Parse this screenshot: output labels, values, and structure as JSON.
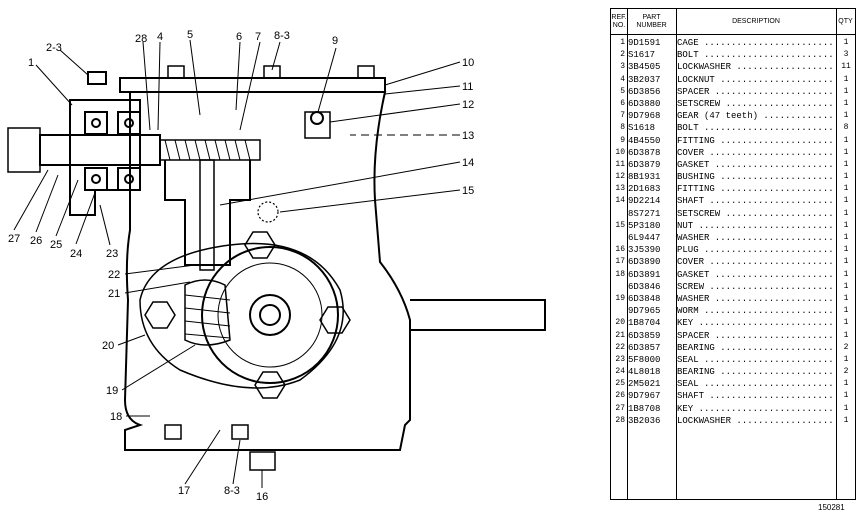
{
  "callouts": [
    {
      "id": "c1",
      "label": "1"
    },
    {
      "id": "c23a",
      "label": "2-3"
    },
    {
      "id": "c28",
      "label": "28"
    },
    {
      "id": "c4",
      "label": "4"
    },
    {
      "id": "c5",
      "label": "5"
    },
    {
      "id": "c6",
      "label": "6"
    },
    {
      "id": "c7",
      "label": "7"
    },
    {
      "id": "c83a",
      "label": "8-3"
    },
    {
      "id": "c9",
      "label": "9"
    },
    {
      "id": "c10",
      "label": "10"
    },
    {
      "id": "c11",
      "label": "11"
    },
    {
      "id": "c12",
      "label": "12"
    },
    {
      "id": "c13",
      "label": "13"
    },
    {
      "id": "c14",
      "label": "14"
    },
    {
      "id": "c15",
      "label": "15"
    },
    {
      "id": "c27",
      "label": "27"
    },
    {
      "id": "c26",
      "label": "26"
    },
    {
      "id": "c25",
      "label": "25"
    },
    {
      "id": "c24",
      "label": "24"
    },
    {
      "id": "c23",
      "label": "23"
    },
    {
      "id": "c22",
      "label": "22"
    },
    {
      "id": "c21",
      "label": "21"
    },
    {
      "id": "c20",
      "label": "20"
    },
    {
      "id": "c19",
      "label": "19"
    },
    {
      "id": "c18",
      "label": "18"
    },
    {
      "id": "c17",
      "label": "17"
    },
    {
      "id": "c83b",
      "label": "8-3"
    },
    {
      "id": "c16",
      "label": "16"
    }
  ],
  "table": {
    "headers": {
      "ref_no": "REF. NO.",
      "part_number": "PART NUMBER",
      "description": "DESCRIPTION",
      "qty": "QTY"
    },
    "rows": [
      {
        "no": "1",
        "pn": "9D1591",
        "desc": "CAGE",
        "qty": "1"
      },
      {
        "no": "2",
        "pn": "S1617",
        "desc": "BOLT",
        "qty": "3"
      },
      {
        "no": "3",
        "pn": "3B4505",
        "desc": "LOCKWASHER",
        "qty": "11"
      },
      {
        "no": "4",
        "pn": "3B2037",
        "desc": "LOCKNUT",
        "qty": "1"
      },
      {
        "no": "5",
        "pn": "6D3856",
        "desc": "SPACER",
        "qty": "1"
      },
      {
        "no": "6",
        "pn": "6D3880",
        "desc": "SETSCREW",
        "qty": "1"
      },
      {
        "no": "7",
        "pn": "9D7968",
        "desc": "GEAR (47 teeth)",
        "qty": "1"
      },
      {
        "no": "8",
        "pn": "S1618",
        "desc": "BOLT",
        "qty": "8"
      },
      {
        "no": "9",
        "pn": "4B4550",
        "desc": "FITTING",
        "qty": "1"
      },
      {
        "no": "10",
        "pn": "6D3878",
        "desc": "COVER",
        "qty": "1"
      },
      {
        "no": "11",
        "pn": "6D3879",
        "desc": "GASKET",
        "qty": "1"
      },
      {
        "no": "12",
        "pn": "8B1931",
        "desc": "BUSHING",
        "qty": "1"
      },
      {
        "no": "13",
        "pn": "2D1683",
        "desc": "FITTING",
        "qty": "1"
      },
      {
        "no": "14",
        "pn": "9D2214",
        "desc": "SHAFT",
        "qty": "1"
      },
      {
        "no": "",
        "pn": "8S7271",
        "desc": "SETSCREW",
        "qty": "1"
      },
      {
        "no": "15",
        "pn": "5P3180",
        "desc": "NUT",
        "qty": "1"
      },
      {
        "no": "",
        "pn": "6L9447",
        "desc": "WASHER",
        "qty": "1"
      },
      {
        "no": "16",
        "pn": "3J5390",
        "desc": "PLUG",
        "qty": "1"
      },
      {
        "no": "17",
        "pn": "6D3890",
        "desc": "COVER",
        "qty": "1"
      },
      {
        "no": "18",
        "pn": "6D3891",
        "desc": "GASKET",
        "qty": "1"
      },
      {
        "no": "",
        "pn": "6D3846",
        "desc": "SCREW",
        "qty": "1"
      },
      {
        "no": "19",
        "pn": "6D3848",
        "desc": "WASHER",
        "qty": "1"
      },
      {
        "no": "",
        "pn": "9D7965",
        "desc": "WORM",
        "qty": "1"
      },
      {
        "no": "20",
        "pn": "1B8704",
        "desc": "KEY",
        "qty": "1"
      },
      {
        "no": "21",
        "pn": "6D3859",
        "desc": "SPACER",
        "qty": "1"
      },
      {
        "no": "22",
        "pn": "6D3857",
        "desc": "BEARING",
        "qty": "2"
      },
      {
        "no": "23",
        "pn": "5F8000",
        "desc": "SEAL",
        "qty": "1"
      },
      {
        "no": "24",
        "pn": "4L8018",
        "desc": "BEARING",
        "qty": "2"
      },
      {
        "no": "25",
        "pn": "2M5021",
        "desc": "SEAL",
        "qty": "1"
      },
      {
        "no": "26",
        "pn": "9D7967",
        "desc": "SHAFT",
        "qty": "1"
      },
      {
        "no": "27",
        "pn": "1B8708",
        "desc": "KEY",
        "qty": "1"
      },
      {
        "no": "28",
        "pn": "3B2036",
        "desc": "LOCKWASHER",
        "qty": "1"
      }
    ]
  },
  "figure_number": "150281"
}
